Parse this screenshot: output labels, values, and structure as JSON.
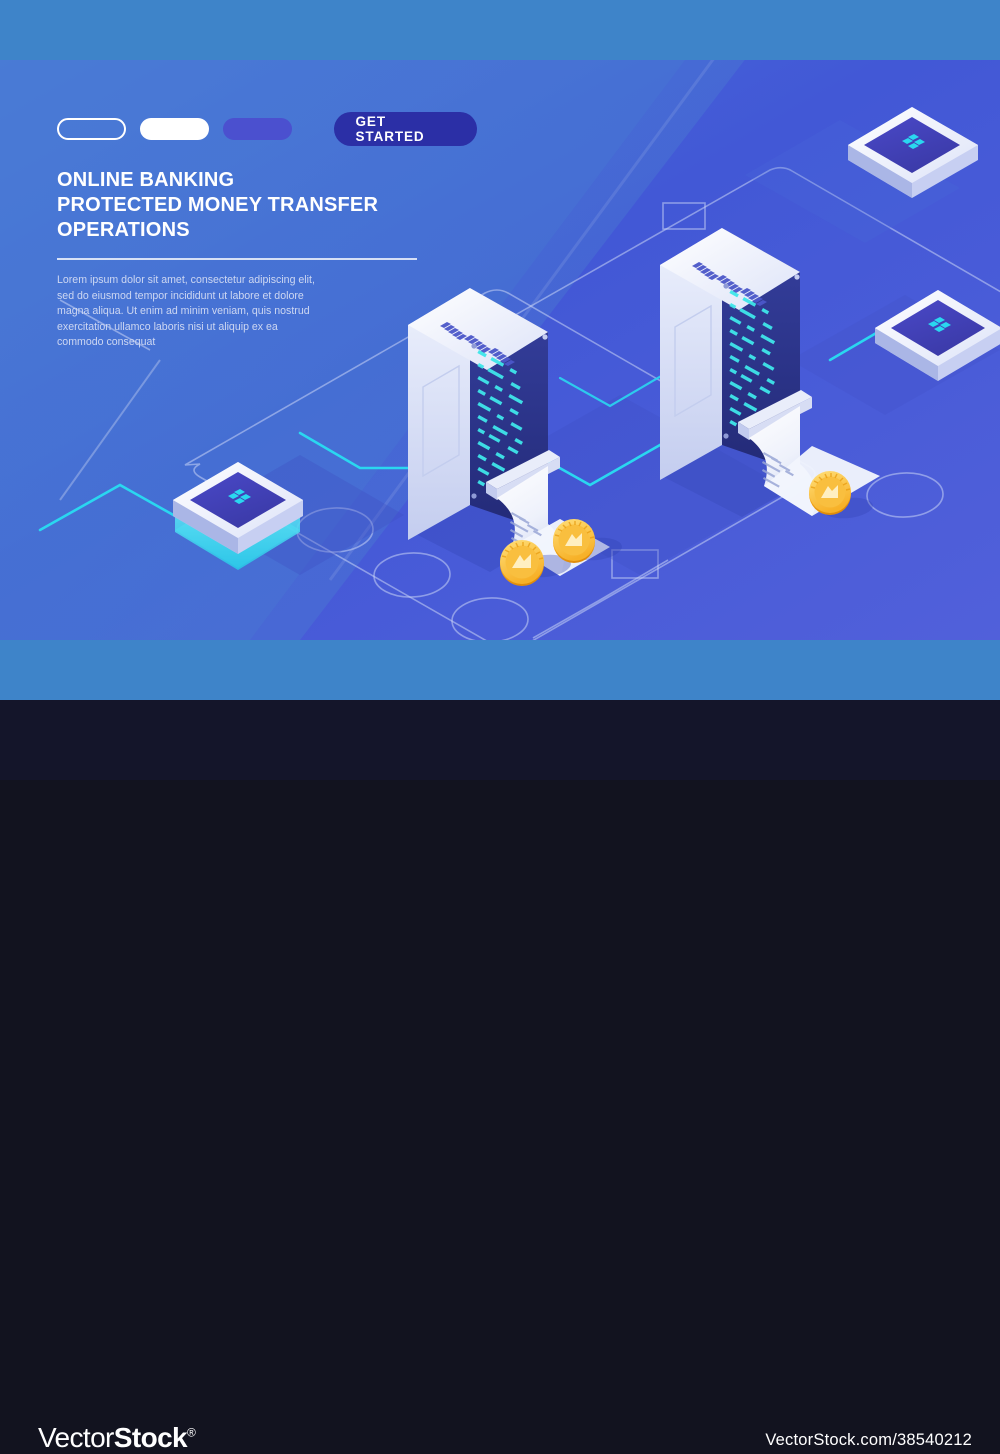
{
  "frame": {
    "band_color": "#3e84c9",
    "footer_color": "#14152a"
  },
  "hero": {
    "nav": [
      {
        "name": "nav-pill-outline",
        "style": "outline"
      },
      {
        "name": "nav-pill-white",
        "style": "solid-white"
      },
      {
        "name": "nav-pill-dim",
        "style": "solid-indigo"
      }
    ],
    "cta_label": "GET STARTED",
    "cta_color": "#2b2fa6",
    "title_line1": "ONLINE BANKING",
    "title_line2": "PROTECTED MONEY TRANSFER OPERATIONS",
    "blurb": "Lorem ipsum dolor sit amet, consectetur adipiscing elit, sed do eiusmod tempor incididunt ut labore et dolore magna aliqua. Ut enim ad minim veniam, quis nostrud exercitation ullamco laboris nisi ut aliquip ex ea commodo consequat"
  },
  "illustration": {
    "scene": "isometric-data-center-money-transfer",
    "background_gradient_from": "#4a6fdc",
    "background_gradient_to": "#4f63d9",
    "accent_cyan": "#2ad7f0",
    "coin_gold": "#f5a623",
    "server_panel": "#2f3a9e",
    "server_body": "#eef1fb",
    "tablets": [
      {
        "name": "tablet-top-right",
        "icon": "cross-chip-icon",
        "glow": false
      },
      {
        "name": "tablet-right",
        "icon": "cross-chip-icon",
        "glow": false
      },
      {
        "name": "tablet-left-glow",
        "icon": "cross-chip-icon",
        "glow": true
      }
    ],
    "servers": [
      {
        "name": "server-rack-left",
        "receipt": true,
        "coins": 2
      },
      {
        "name": "server-rack-right",
        "receipt": true,
        "coins": 1
      }
    ]
  },
  "watermark": {
    "brand_light": "Vector",
    "brand_bold": "Stock",
    "registered": "®",
    "url": "VectorStock.com/38540212"
  }
}
